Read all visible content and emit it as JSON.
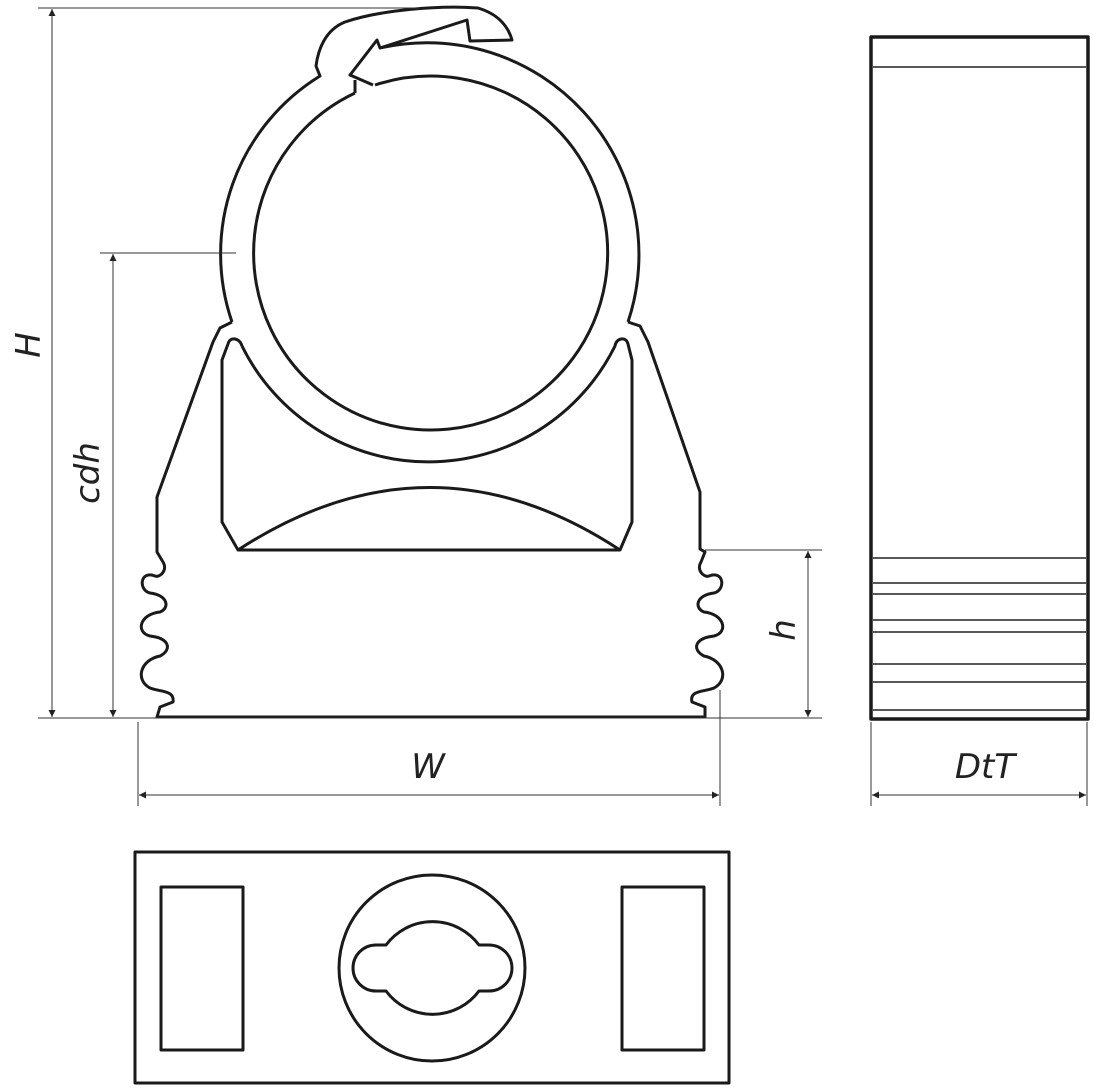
{
  "labels": {
    "height": "H",
    "center_height": "cdh",
    "base_height": "h",
    "width": "W",
    "depth": "DtT"
  },
  "colors": {
    "line": "#1a1a1a",
    "background": "#ffffff"
  }
}
